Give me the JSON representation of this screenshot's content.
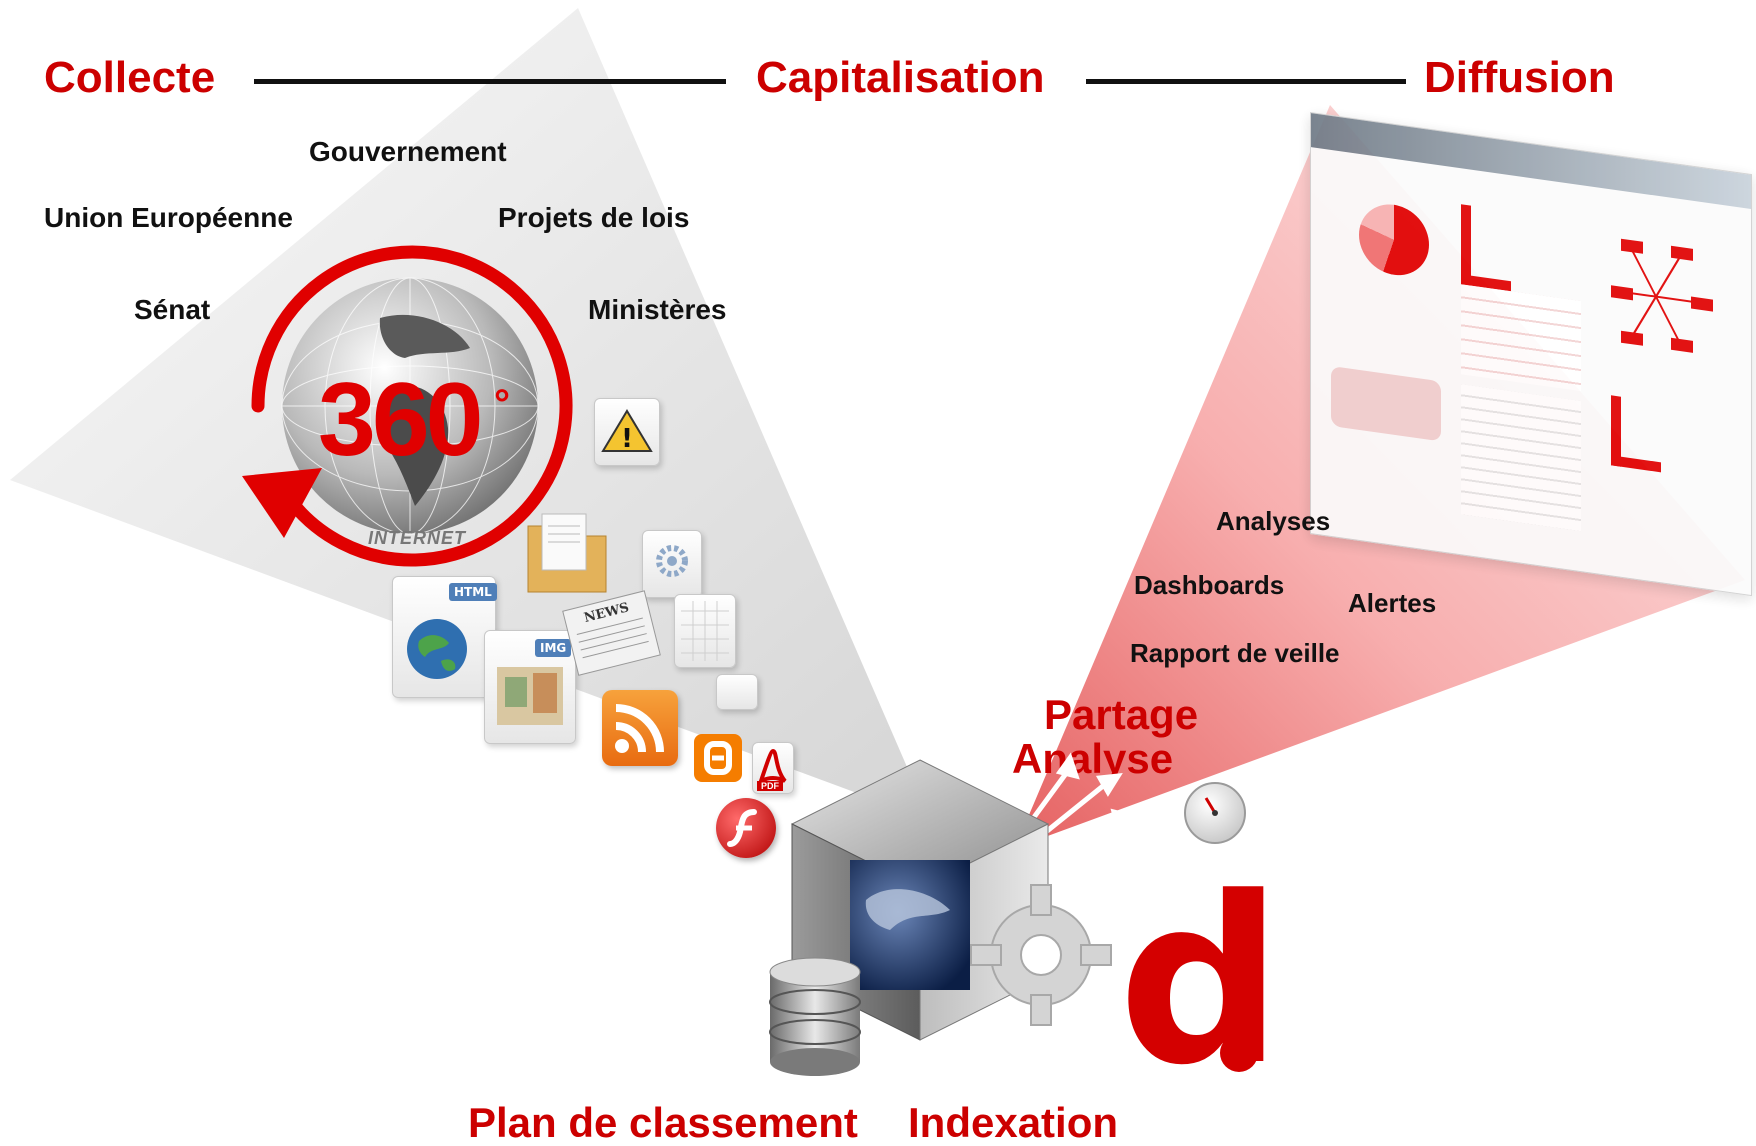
{
  "header": {
    "stage_collect": "Collecte",
    "stage_capitalize": "Capitalisation",
    "stage_diffuse": "Diffusion"
  },
  "sources": {
    "gouvernement": "Gouvernement",
    "union_europeenne": "Union Européenne",
    "projets_de_lois": "Projets de lois",
    "senat": "Sénat",
    "ministeres": "Ministères"
  },
  "globe": {
    "big_number": "360",
    "degree": "°",
    "caption": "INTERNET"
  },
  "file_icons": {
    "html_tag": "HTML",
    "img_tag": "IMG",
    "news_tag": "NEWS",
    "pdf_tag": "PDF"
  },
  "outputs": {
    "analyses": "Analyses",
    "dashboards": "Dashboards",
    "alertes": "Alertes",
    "rapport": "Rapport de veille"
  },
  "actions": {
    "partage": "Partage",
    "analyse": "Analyse"
  },
  "bottom": {
    "plan": "Plan de classement",
    "indexation": "Indexation"
  },
  "logo": {
    "letter": "d"
  },
  "colors": {
    "brand_red": "#cc0000",
    "text_dark": "#111111"
  }
}
